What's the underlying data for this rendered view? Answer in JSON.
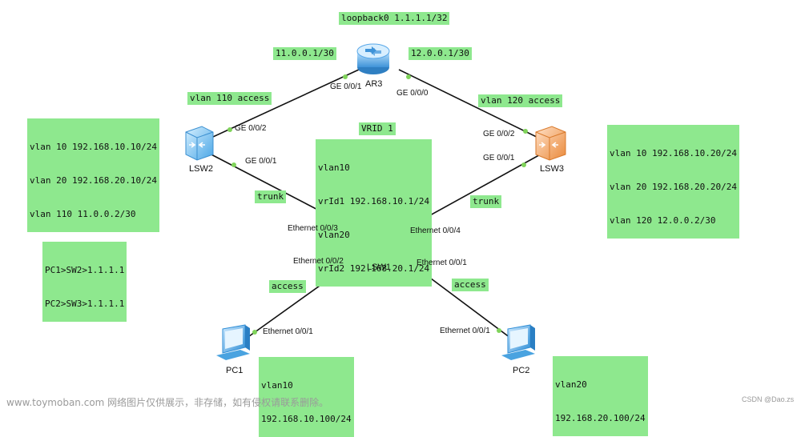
{
  "notes": {
    "loopback": "loopback0 1.1.1.1/32",
    "ar3_left_ip": "11.0.0.1/30",
    "ar3_right_ip": "12.0.0.1/30",
    "vlan110_access": "vlan 110 access",
    "vlan120_access": "vlan 120 access",
    "lsw2_config": [
      "vlan 10 192.168.10.10/24",
      "vlan 20 192.168.20.10/24",
      "vlan 110 11.0.0.2/30"
    ],
    "lsw3_config": [
      "vlan 10 192.168.10.20/24",
      "vlan 20 192.168.20.20/24",
      "vlan 120 12.0.0.2/30"
    ],
    "vrid": "VRID 1",
    "vrid_config": [
      "vlan10",
      "vrId1 192.168.10.1/24",
      "vlan20",
      "vrId2 192.168.20.1/24"
    ],
    "trunk_left": "trunk",
    "trunk_right": "trunk",
    "access_left": "access",
    "access_right": "access",
    "paths": [
      "PC1>SW2>1.1.1.1",
      "PC2>SW3>1.1.1.1"
    ],
    "pc1_config": [
      "vlan10",
      "192.168.10.100/24"
    ],
    "pc2_config": [
      "vlan20",
      "192.168.20.100/24"
    ]
  },
  "devices": {
    "ar3": "AR3",
    "lsw2": "LSW2",
    "lsw3": "LSW3",
    "lsw1": "LSW1",
    "pc1": "PC1",
    "pc2": "PC2"
  },
  "ports": {
    "ar3_ge001": "GE 0/0/1",
    "ar3_ge000": "GE 0/0/0",
    "lsw2_ge002": "GE 0/0/2",
    "lsw2_ge001": "GE 0/0/1",
    "lsw3_ge002": "GE 0/0/2",
    "lsw3_ge001": "GE 0/0/1",
    "lsw1_eth003": "Ethernet 0/0/3",
    "lsw1_eth004": "Ethernet 0/0/4",
    "lsw1_eth002": "Ethernet 0/0/2",
    "lsw1_eth001": "Ethernet 0/0/1",
    "pc1_eth001": "Ethernet 0/0/1",
    "pc2_eth001": "Ethernet 0/0/1"
  },
  "footer": {
    "watermark": "www.toymoban.com 网络图片仅供展示，非存储，如有侵权请联系删除。",
    "credit": "CSDN @Dao.zs"
  },
  "colors": {
    "note_bg": "#8ee88e",
    "link_line": "#111111",
    "port_dot": "#7fd35a",
    "router": "#5aa8e8",
    "core_switch_blue": "#69b8ec",
    "core_switch_orange": "#f0a060",
    "access_switch": "#7ec4ef",
    "pc": "#4aa3e0"
  }
}
